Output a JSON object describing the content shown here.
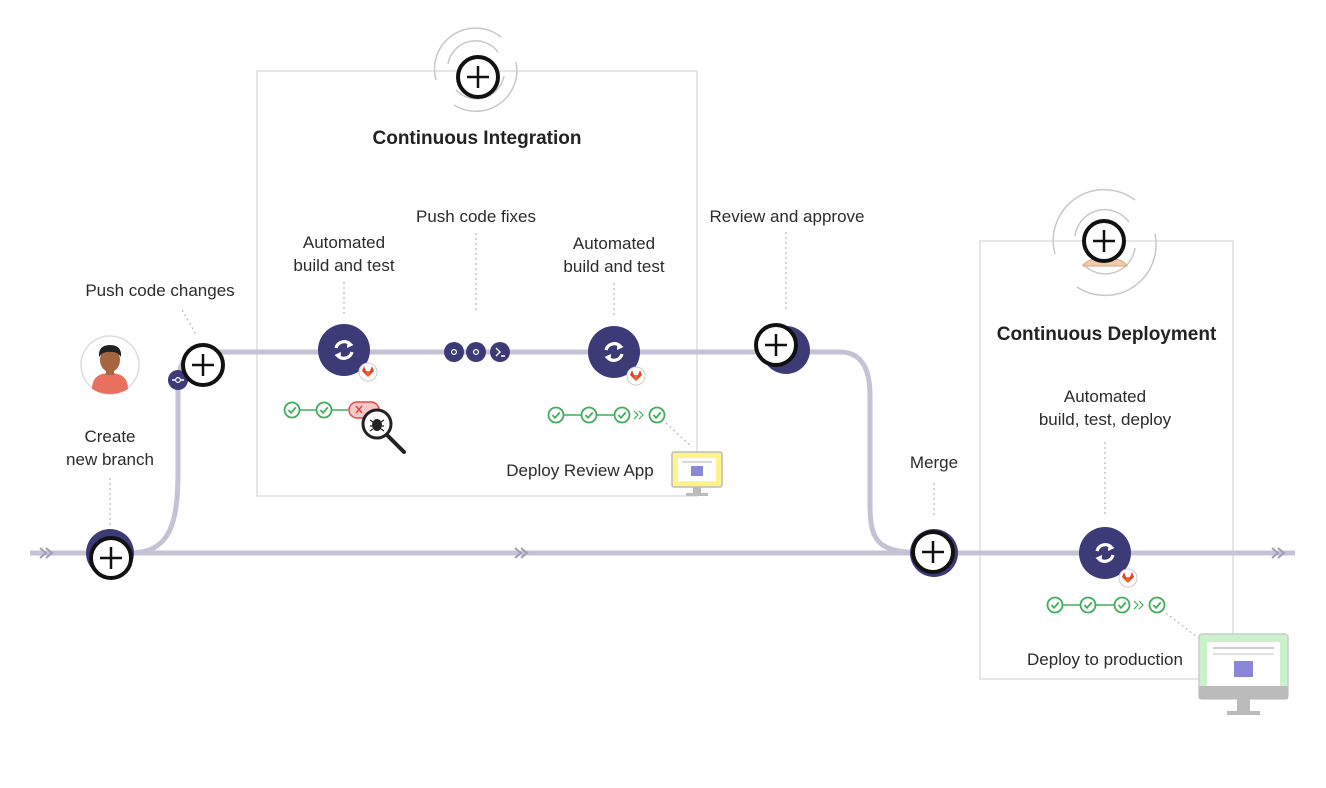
{
  "diagram": {
    "ci_title": "Continuous Integration",
    "cd_title": "Continuous Deployment",
    "labels": {
      "push_code_changes": "Push code changes",
      "create_branch_1": "Create",
      "create_branch_2": "new branch",
      "automated_1_line1": "Automated",
      "automated_1_line2": "build and test",
      "push_code_fixes": "Push code fixes",
      "automated_2_line1": "Automated",
      "automated_2_line2": "build and test",
      "review_and_approve": "Review and approve",
      "deploy_review_app": "Deploy Review App",
      "merge": "Merge",
      "automated_3_line1": "Automated",
      "automated_3_line2": "build, test, deploy",
      "deploy_to_production": "Deploy to production"
    },
    "colors": {
      "track": "#c5c2d6",
      "node": "#3d3a78",
      "node_light": "#6b67a8",
      "pass": "#3fae5b",
      "fail": "#e04848",
      "fail_bg": "#f6c9c9",
      "box_border": "#dddddd",
      "gitlab": "#e2432a"
    }
  }
}
